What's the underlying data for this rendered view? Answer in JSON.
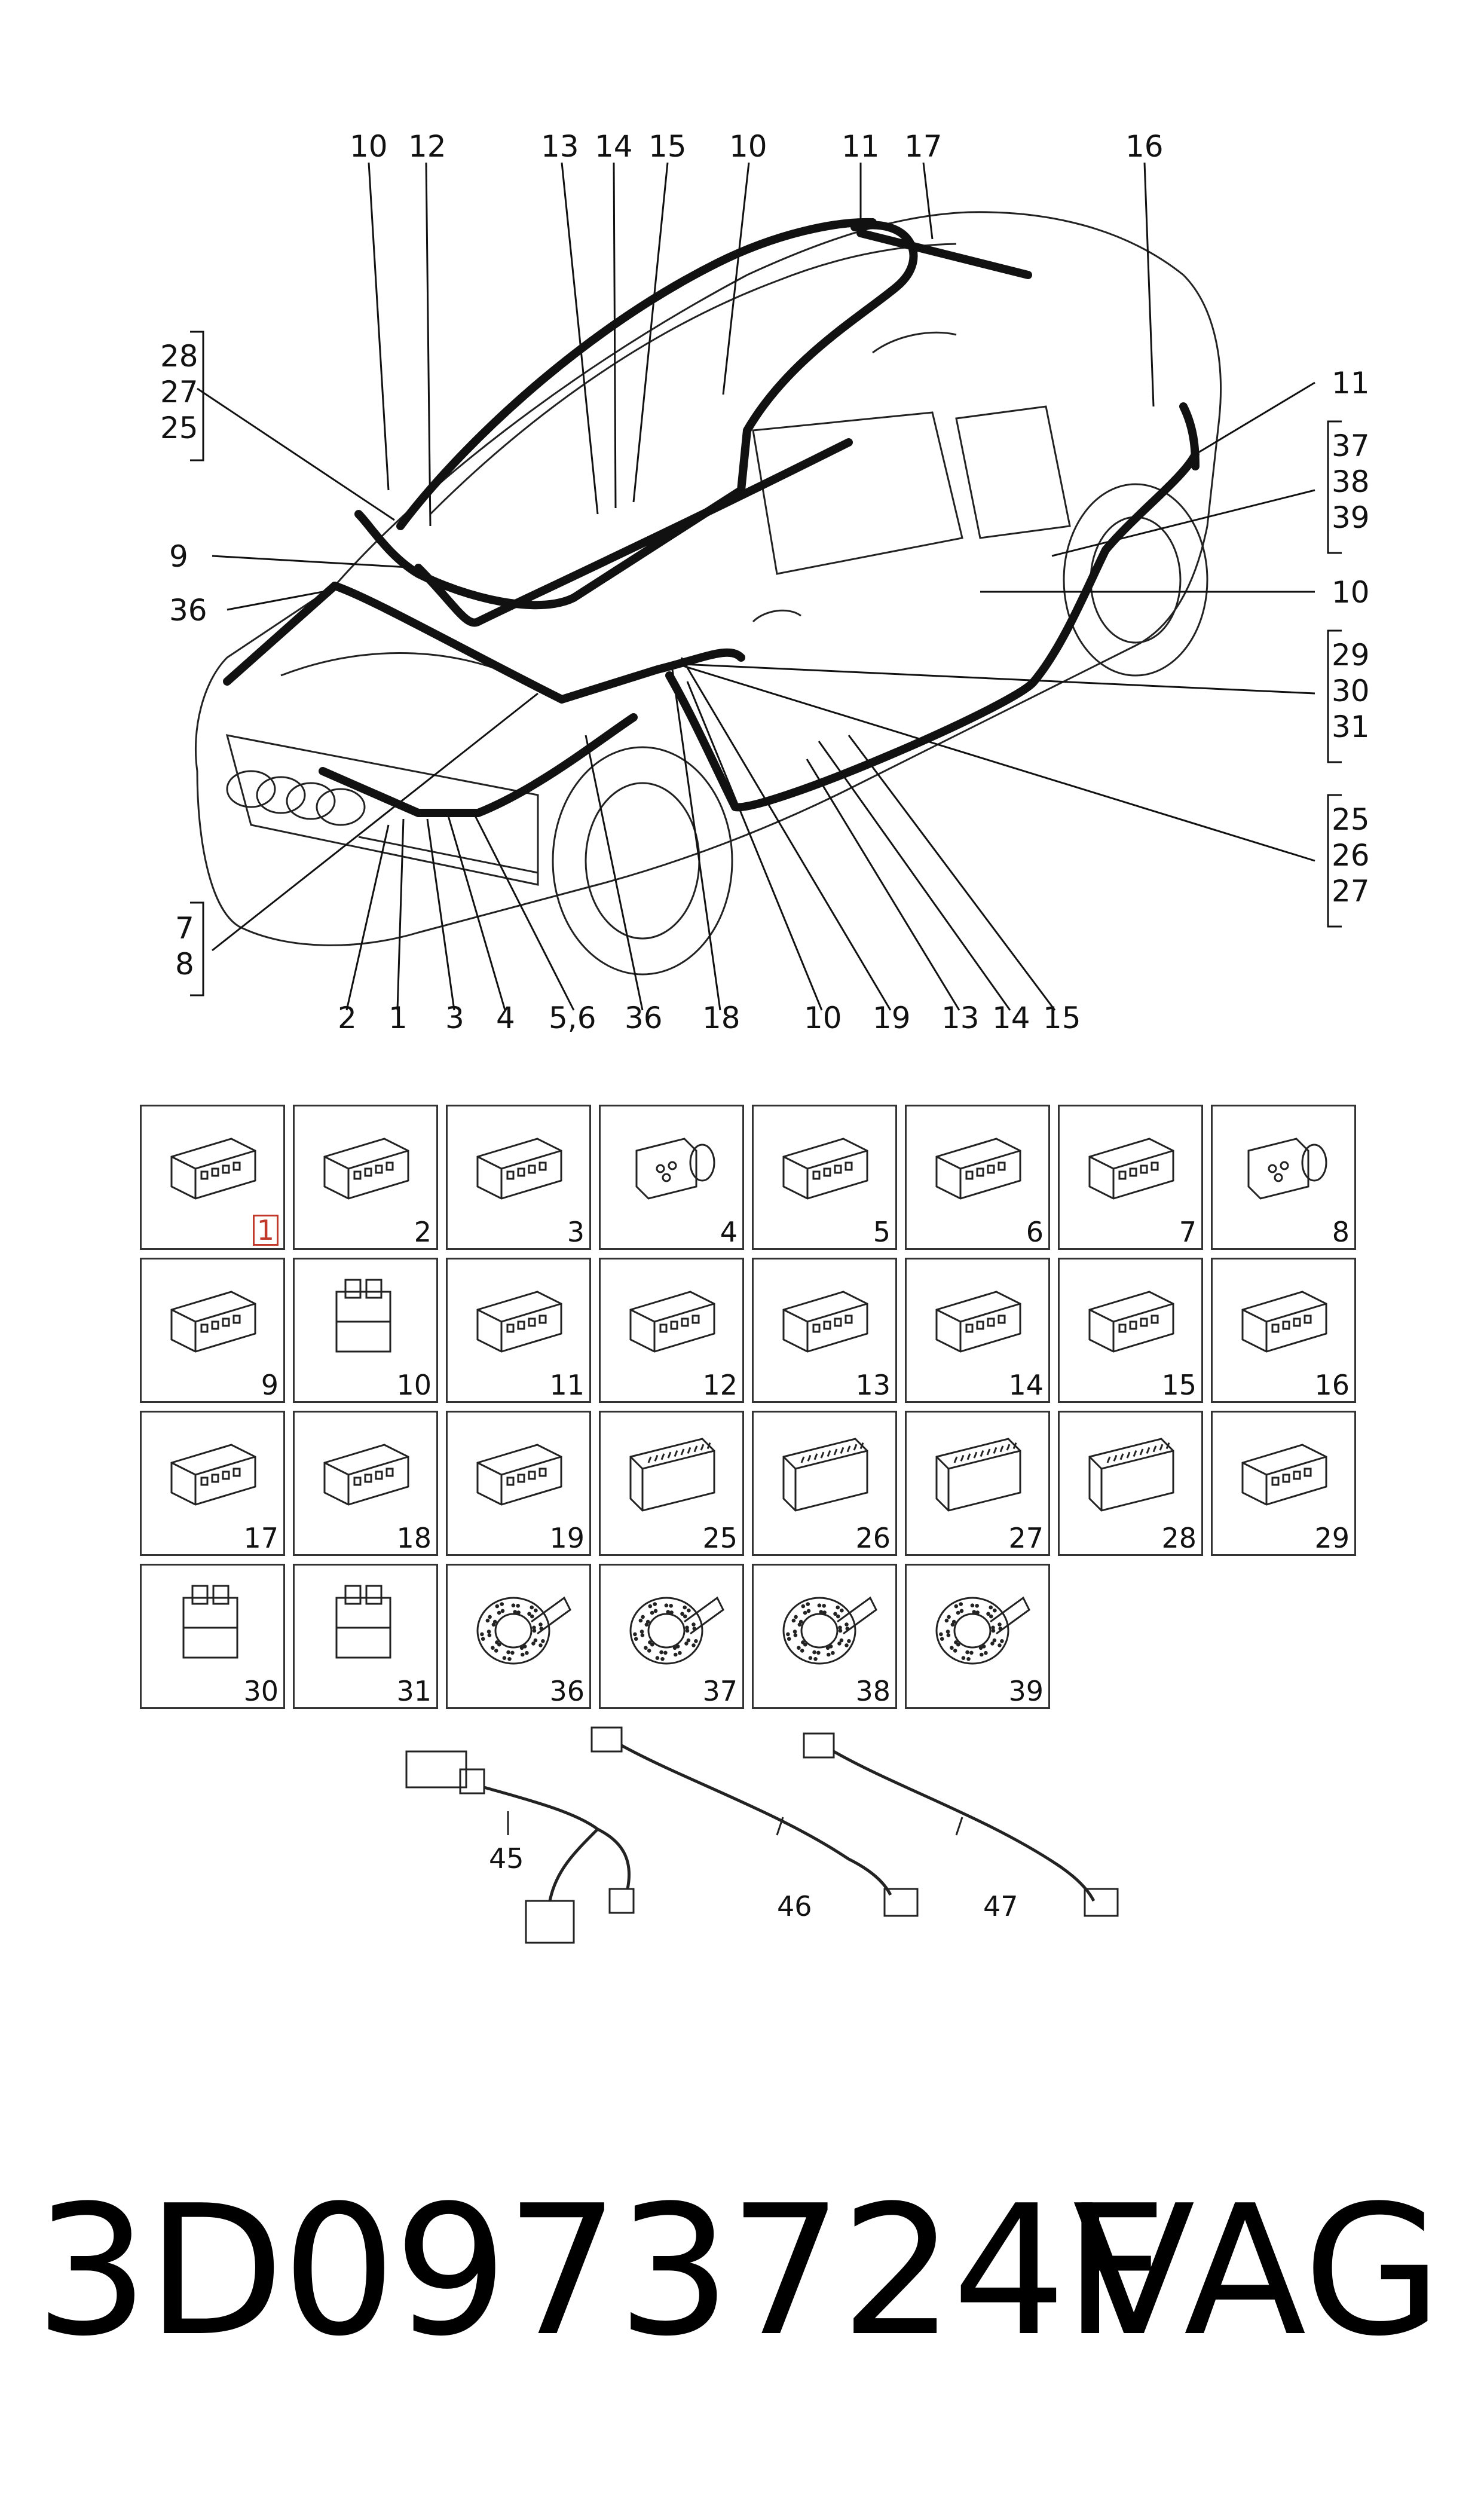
{
  "diagram": {
    "callouts": {
      "top": [
        "10",
        "12",
        "13",
        "14",
        "15",
        "10",
        "11",
        "17",
        "16"
      ],
      "left_group_1": [
        "28",
        "27",
        "25"
      ],
      "left_9": "9",
      "left_36": "36",
      "left_group_2": [
        "7",
        "8"
      ],
      "bottom": [
        "2",
        "1",
        "3",
        "4",
        "5,6",
        "36",
        "18",
        "10",
        "19",
        "13",
        "14",
        "15"
      ],
      "right_11": "11",
      "right_group_1": [
        "37",
        "38",
        "39"
      ],
      "right_10": "10",
      "right_group_2": [
        "29",
        "30",
        "31"
      ],
      "right_group_3": [
        "25",
        "26",
        "27"
      ]
    }
  },
  "connectors": [
    {
      "num": "1",
      "icon": "connector-2pin-icon"
    },
    {
      "num": "2",
      "icon": "connector-3pin-icon"
    },
    {
      "num": "3",
      "icon": "connector-4pin-vertical-icon"
    },
    {
      "num": "4",
      "icon": "connector-round-4pin-icon"
    },
    {
      "num": "5",
      "icon": "connector-6pin-flat-icon"
    },
    {
      "num": "6",
      "icon": "connector-6pin-locking-icon"
    },
    {
      "num": "7",
      "icon": "connector-4pin-locking-icon"
    },
    {
      "num": "8",
      "icon": "connector-round-3pin-icon"
    },
    {
      "num": "9",
      "icon": "connector-multipin-housing-icon"
    },
    {
      "num": "10",
      "icon": "relay-socket-icon"
    },
    {
      "num": "11",
      "icon": "connector-stacked-icon"
    },
    {
      "num": "12",
      "icon": "connector-8pin-block-icon"
    },
    {
      "num": "13",
      "icon": "connector-square-socket-icon"
    },
    {
      "num": "14",
      "icon": "connector-terminal-strip-icon"
    },
    {
      "num": "15",
      "icon": "connector-latched-block-icon"
    },
    {
      "num": "16",
      "icon": "connector-carrier-frame-icon"
    },
    {
      "num": "17",
      "icon": "connector-inline-pair-icon"
    },
    {
      "num": "18",
      "icon": "connector-inline-single-icon"
    },
    {
      "num": "19",
      "icon": "connector-bracket-mount-icon"
    },
    {
      "num": "25",
      "icon": "connector-multipin-strip-icon"
    },
    {
      "num": "26",
      "icon": "connector-multipin-strip-icon"
    },
    {
      "num": "27",
      "icon": "connector-multipin-strip-icon"
    },
    {
      "num": "28",
      "icon": "connector-multipin-strip-icon"
    },
    {
      "num": "29",
      "icon": "connector-lever-housing-icon"
    },
    {
      "num": "30",
      "icon": "fuse-holder-icon"
    },
    {
      "num": "31",
      "icon": "relay-carrier-icon"
    },
    {
      "num": "36",
      "icon": "grommet-round-icon"
    },
    {
      "num": "37",
      "icon": "grommet-oval-icon"
    },
    {
      "num": "38",
      "icon": "grommet-rectangular-icon"
    },
    {
      "num": "39",
      "icon": "grommet-angled-icon"
    }
  ],
  "cables": [
    {
      "num": "45",
      "icon": "adapter-harness-icon"
    },
    {
      "num": "46",
      "icon": "sensor-lead-icon"
    },
    {
      "num": "47",
      "icon": "sensor-lead-icon"
    }
  ],
  "footer": {
    "part_number": "3D0973724F",
    "brand": "VAG"
  }
}
